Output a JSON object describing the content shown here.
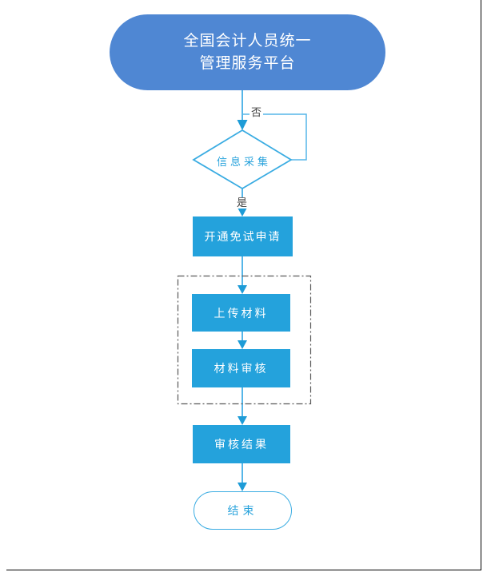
{
  "colors": {
    "start_fill": "#4f87d3",
    "process_fill": "#24a2dc",
    "line": "#56b6e8",
    "arrow": "#1e9cd7",
    "outline": "#3aace2",
    "accent_text": "#29a3dc",
    "label_text": "#3f3f3f",
    "dashed_border": "#595959",
    "page_border": "#000000",
    "page_bg": "#ffffff"
  },
  "flowchart": {
    "start": {
      "line1": "全国会计人员统一",
      "line2": "管理服务平台"
    },
    "decision": {
      "label": "信息采集"
    },
    "branch_no": "否",
    "branch_yes": "是",
    "steps": [
      {
        "label": "开通免试申请"
      },
      {
        "label": "上传材料"
      },
      {
        "label": "材料审核"
      },
      {
        "label": "审核结果"
      }
    ],
    "end": {
      "label": "结束"
    }
  }
}
